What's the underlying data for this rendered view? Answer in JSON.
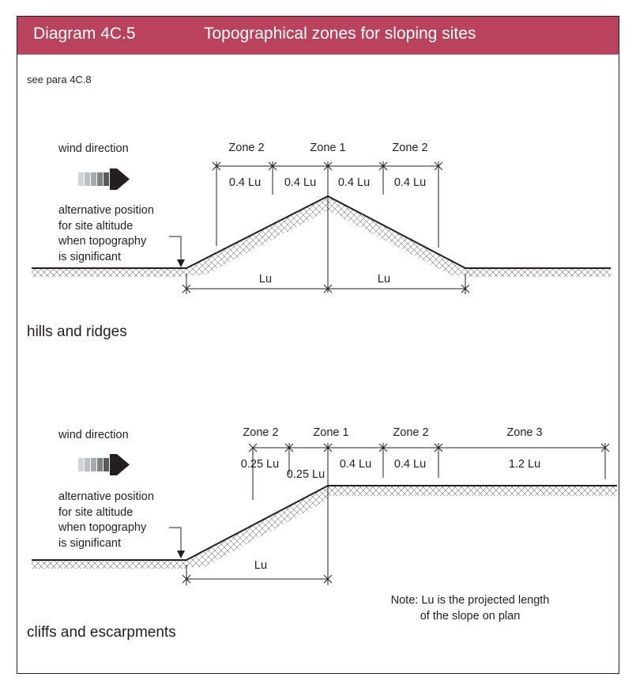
{
  "header": {
    "diagram_number": "Diagram 4C.5",
    "title": "Topographical zones for sloping sites",
    "bg_color": "#b9435c"
  },
  "reference": "see para 4C.8",
  "hills": {
    "wind_label": "wind direction",
    "alt_position": [
      "alternative position",
      "for site altitude",
      "when topography",
      "is significant"
    ],
    "zones": [
      "Zone 2",
      "Zone 1",
      "Zone 2"
    ],
    "zone_widths": [
      "0.4 Lu",
      "0.4 Lu",
      "0.4 Lu",
      "0.4 Lu"
    ],
    "lu_labels": [
      "Lu",
      "Lu"
    ],
    "caption": "hills and ridges"
  },
  "cliffs": {
    "wind_label": "wind direction",
    "alt_position": [
      "alternative position",
      "for site altitude",
      "when topography",
      "is significant"
    ],
    "zones": [
      "Zone 2",
      "Zone 1",
      "Zone 2",
      "Zone 3"
    ],
    "zone_widths": [
      "0.25 Lu",
      "0.25 Lu",
      "0.4 Lu",
      "0.4 Lu",
      "1.2 Lu"
    ],
    "lu_label": "Lu",
    "note": [
      "Note: Lu is the projected length",
      "of the slope on plan"
    ],
    "caption": "cliffs and escarpments"
  }
}
